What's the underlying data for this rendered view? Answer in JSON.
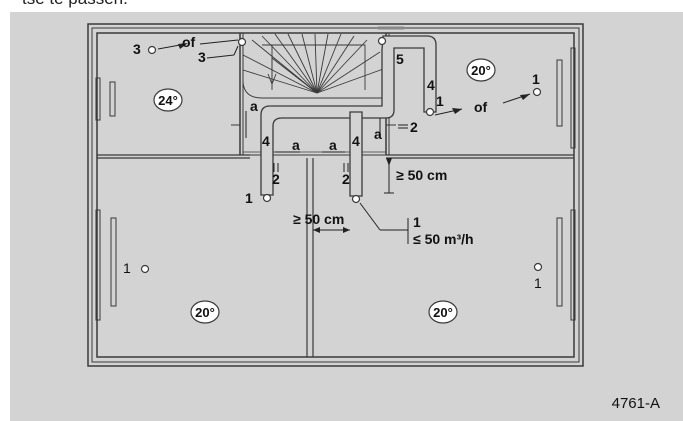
{
  "caption": {
    "top_text": "tse te passen."
  },
  "figure_id": "4761-A",
  "labels": {
    "l3a": "3",
    "l_of_a": "of",
    "l3b": "3",
    "l5": "5",
    "l4a": "4",
    "l1a": "1",
    "l_of_b": "of",
    "l1b": "1",
    "la1": "a",
    "la2": "a",
    "la3": "a",
    "la4": "a",
    "l4b": "4",
    "l4c": "4",
    "l2a": "2",
    "l2b": "2",
    "l2c": "2",
    "l1c": "1",
    "l50cm_v": "≥ 50 cm",
    "l50cm_h": "≥ 50 cm",
    "l1d": "1",
    "l50m3": "≤ 50 m³/h",
    "l1e": "1",
    "l1f": "1"
  },
  "temperatures": {
    "t1": "24°",
    "t2": "20°",
    "t3": "20°",
    "t4": "20°"
  }
}
